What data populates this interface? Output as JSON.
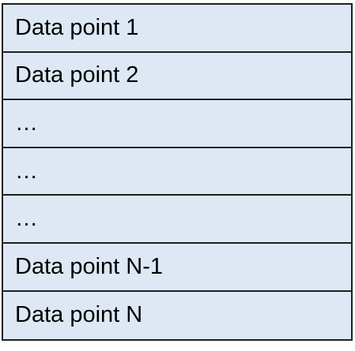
{
  "rows": [
    {
      "label": "Data point 1"
    },
    {
      "label": "Data point 2"
    },
    {
      "label": "…"
    },
    {
      "label": "…"
    },
    {
      "label": "…"
    },
    {
      "label": "Data point N-1"
    },
    {
      "label": "Data point N"
    }
  ],
  "colors": {
    "cell_fill": "#dde8f4",
    "border": "#1f1f1f"
  }
}
